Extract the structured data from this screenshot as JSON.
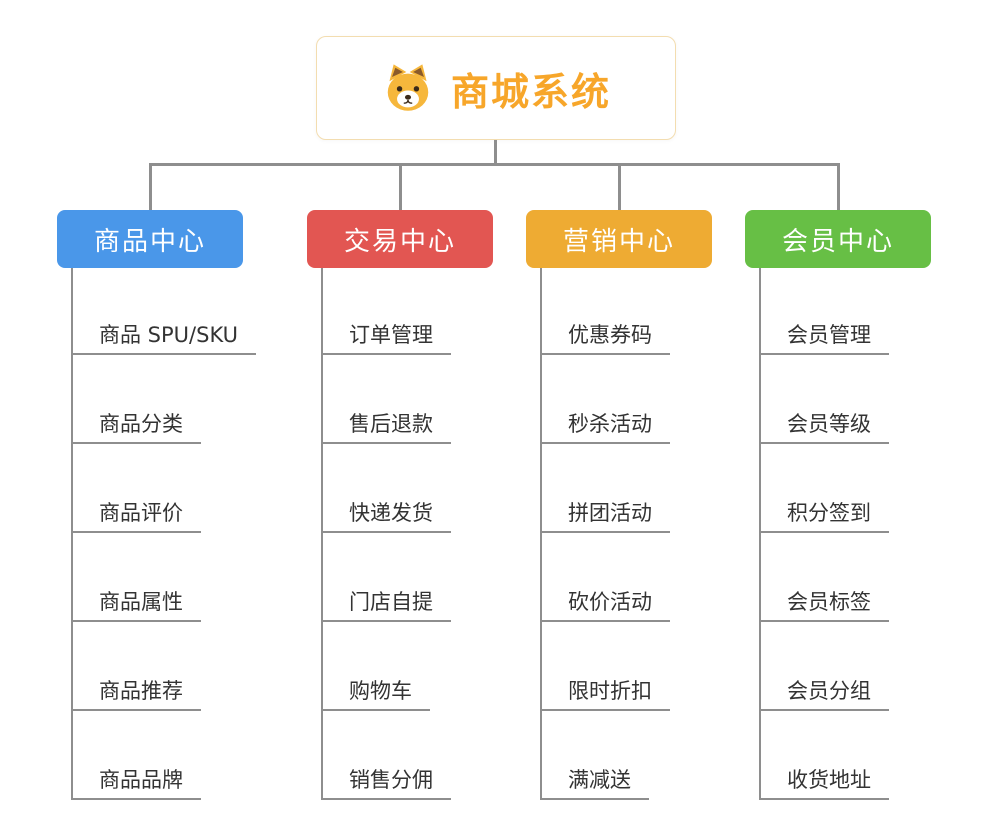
{
  "root": {
    "title": "商城系统",
    "icon": "dog-face-icon",
    "title_color": "#f7a62a",
    "border_color": "#f3ddb0"
  },
  "connector_color": "#8e8e8e",
  "branches": [
    {
      "label": "商品中心",
      "color": "#4a97e9",
      "children": [
        "商品 SPU/SKU",
        "商品分类",
        "商品评价",
        "商品属性",
        "商品推荐",
        "商品品牌"
      ]
    },
    {
      "label": "交易中心",
      "color": "#e25652",
      "children": [
        "订单管理",
        "售后退款",
        "快递发货",
        "门店自提",
        "购物车",
        "销售分佣"
      ]
    },
    {
      "label": "营销中心",
      "color": "#eeab33",
      "children": [
        "优惠券码",
        "秒杀活动",
        "拼团活动",
        "砍价活动",
        "限时折扣",
        "满减送"
      ]
    },
    {
      "label": "会员中心",
      "color": "#67bf45",
      "children": [
        "会员管理",
        "会员等级",
        "积分签到",
        "会员标签",
        "会员分组",
        "收货地址"
      ]
    }
  ]
}
